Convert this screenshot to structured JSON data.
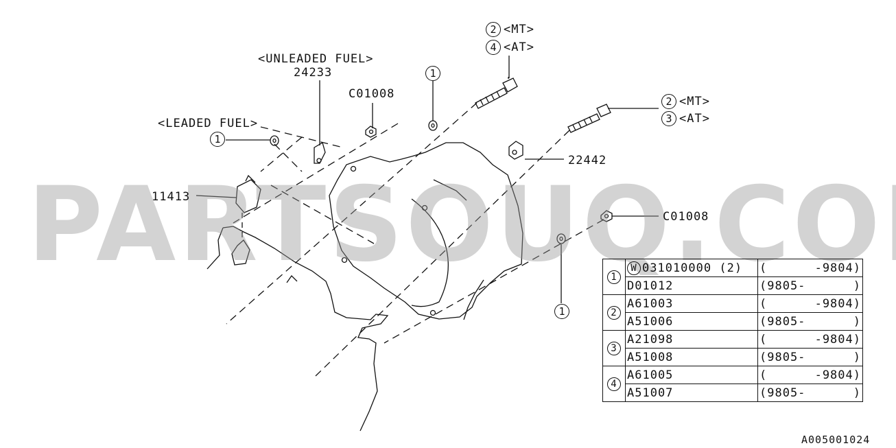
{
  "callouts": {
    "unleaded_fuel": "<UNLEADED FUEL>",
    "leaded_fuel": "<LEADED FUEL>",
    "part_24233": "24233",
    "part_c01008_top": "C01008",
    "part_c01008_right": "C01008",
    "part_22442": "22442",
    "part_11413": "11413",
    "bolt_upper_mt_ref": "2",
    "bolt_upper_mt": "<MT>",
    "bolt_upper_at_ref": "4",
    "bolt_upper_at": "<AT>",
    "bolt_right_mt_ref": "2",
    "bolt_right_mt": "<MT>",
    "bolt_right_at_ref": "3",
    "bolt_right_at": "<AT>",
    "washer_ref_top": "1",
    "washer_ref_left": "1",
    "washer_ref_bottom": "1"
  },
  "parts_table": {
    "rows": [
      {
        "ref": "1",
        "marker": "W",
        "part": "031010000 (2)",
        "date_open": "(",
        "date": "-9804)"
      },
      {
        "ref": "1",
        "marker": "",
        "part": "D01012",
        "date_open": "(9805-",
        "date": ")"
      },
      {
        "ref": "2",
        "marker": "",
        "part": "A61003",
        "date_open": "(",
        "date": "-9804)"
      },
      {
        "ref": "2",
        "marker": "",
        "part": "A51006",
        "date_open": "(9805-",
        "date": ")"
      },
      {
        "ref": "3",
        "marker": "",
        "part": "A21098",
        "date_open": "(",
        "date": "-9804)"
      },
      {
        "ref": "3",
        "marker": "",
        "part": "A51008",
        "date_open": "(9805-",
        "date": ")"
      },
      {
        "ref": "4",
        "marker": "",
        "part": "A61005",
        "date_open": "(",
        "date": "-9804)"
      },
      {
        "ref": "4",
        "marker": "",
        "part": "A51007",
        "date_open": "(9805-",
        "date": ")"
      }
    ]
  },
  "watermark": "PARTSOUQ.COM",
  "figure_id": "A005001024"
}
